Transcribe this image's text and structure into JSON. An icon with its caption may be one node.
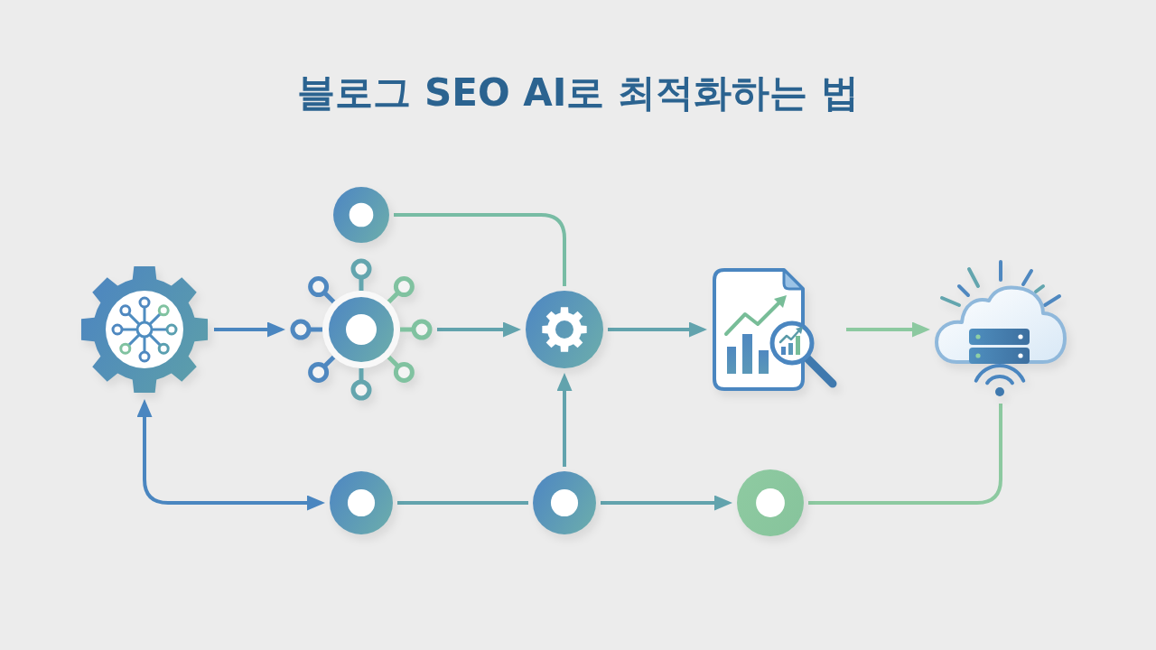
{
  "diagram": {
    "title": "블로그 SEO AI로 최적화하는 법",
    "nodes": [
      {
        "text": [],
        "shape": "gear"
      },
      {
        "text": [],
        "shape": "circle"
      },
      {
        "text": [],
        "shape": "circle"
      },
      {
        "text": [],
        "shape": "circle"
      },
      {
        "text": [],
        "shape": "picture"
      },
      {
        "text": [],
        "shape": "cloud"
      },
      {
        "text": [],
        "shape": "circle"
      },
      {
        "text": [],
        "shape": "circle"
      },
      {
        "text": [],
        "shape": "circle"
      }
    ],
    "edges": [
      {
        "from": 0,
        "to": 1,
        "arrow": "to",
        "color": "#4a86c0"
      },
      {
        "from": 2,
        "to": 3,
        "arrow": "none",
        "color": "#78bca4"
      },
      {
        "from": 1,
        "to": 3,
        "arrow": "to"
      },
      {
        "from": 3,
        "to": 4,
        "arrow": "to"
      },
      {
        "from": 4,
        "to": 5,
        "arrow": "to",
        "color": "#8cc9a0"
      },
      {
        "from": 0,
        "to": 6,
        "arrow": "both",
        "color": "#4a86c0"
      },
      {
        "from": 6,
        "to": 7,
        "arrow": "none"
      },
      {
        "from": 7,
        "to": 3,
        "arrow": "to"
      },
      {
        "from": 7,
        "to": 8,
        "arrow": "to"
      },
      {
        "from": 8,
        "to": 5,
        "arrow": "none",
        "color": "#8cc9a0"
      }
    ]
  }
}
